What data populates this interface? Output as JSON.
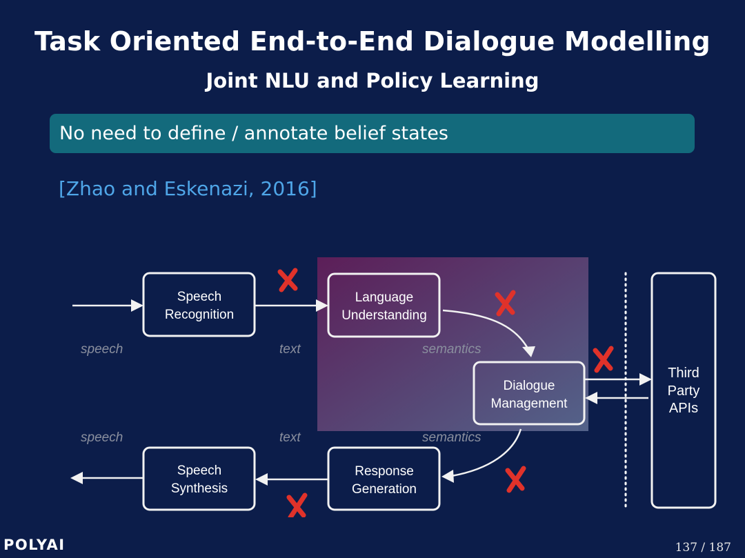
{
  "slide": {
    "title": "Task Oriented End-to-End Dialogue Modelling",
    "subtitle": "Joint NLU and Policy Learning",
    "callout": "No need to define / annotate belief states",
    "citation": "[Zhao and Eskenazi, 2016]",
    "logo": "POLYAI",
    "page": "137 / 187"
  },
  "diagram": {
    "boxes": {
      "speech_recognition": [
        "Speech",
        "Recognition"
      ],
      "language_understanding": [
        "Language",
        "Understanding"
      ],
      "dialogue_management": [
        "Dialogue",
        "Management"
      ],
      "response_generation": [
        "Response",
        "Generation"
      ],
      "speech_synthesis": [
        "Speech",
        "Synthesis"
      ],
      "third_party_apis": [
        "Third",
        "Party",
        "APIs"
      ]
    },
    "labels": {
      "top_speech": "speech",
      "top_text": "text",
      "top_semantics": "semantics",
      "bottom_speech": "speech",
      "bottom_text": "text",
      "bottom_semantics": "semantics"
    },
    "colors": {
      "background": "#0c1d4a",
      "callout": "#136a7c",
      "citation": "#4fa6e8",
      "cross": "#e0322a",
      "highlight_start": "#5a1f5a",
      "highlight_end": "#55648a"
    }
  }
}
